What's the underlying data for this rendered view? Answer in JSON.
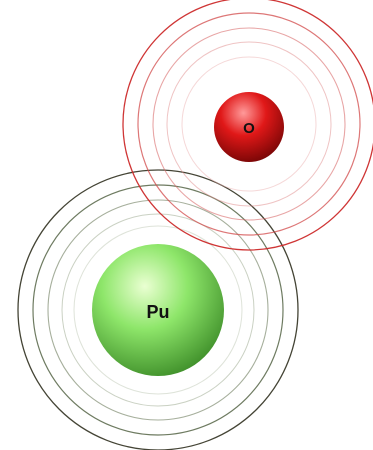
{
  "atoms": [
    {
      "id": "plutonium",
      "symbol": "Pu",
      "color_light": "#eaffd2",
      "color_mid": "#8ee66a",
      "color_dark": "#3f8f2a",
      "ring_color": "#3a3a2a"
    },
    {
      "id": "oxygen",
      "symbol": "O",
      "color_light": "#ff9a9a",
      "color_mid": "#e01818",
      "color_dark": "#7a0606",
      "ring_color": "#cc2a2a"
    }
  ]
}
